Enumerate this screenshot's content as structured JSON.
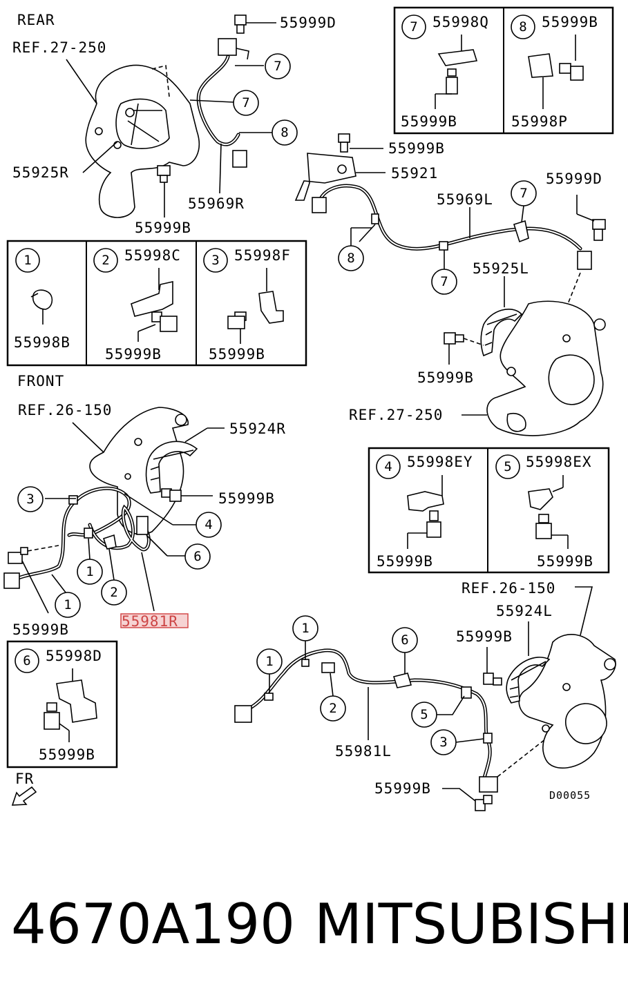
{
  "header": {
    "rear": "REAR",
    "front": "FRONT",
    "fr": "FR"
  },
  "labels": {
    "ref_27_250_a": "REF.27-250",
    "ref_27_250_b": "REF.27-250",
    "ref_26_150_a": "REF.26-150",
    "ref_26_150_b": "REF.26-150",
    "p55999D_a": "55999D",
    "p55999D_b": "55999D",
    "p55925R": "55925R",
    "p55999B_a": "55999B",
    "p55969R": "55969R",
    "p55999B_b": "55999B",
    "p55921": "55921",
    "p55969L": "55969L",
    "p55925L": "55925L",
    "p55999B_c": "55999B",
    "p55924R": "55924R",
    "p55999B_d": "55999B",
    "p55999B_e": "55999B",
    "p55981R": "55981R",
    "p55924L": "55924L",
    "p55999B_f": "55999B",
    "p55981L": "55981L",
    "p55999B_g": "55999B",
    "diagram_code": "D00055"
  },
  "boxes": {
    "b7": {
      "num": "7",
      "part": "55998Q",
      "sub": "55999B"
    },
    "b8": {
      "num": "8",
      "part": "55999B",
      "sub": "55998P"
    },
    "b1": {
      "num": "1",
      "part": "",
      "sub": "55998B"
    },
    "b2": {
      "num": "2",
      "part": "55998C",
      "sub": "55999B"
    },
    "b3": {
      "num": "3",
      "part": "55998F",
      "sub": "55999B"
    },
    "b4": {
      "num": "4",
      "part": "55998EY",
      "sub": "55999B"
    },
    "b5": {
      "num": "5",
      "part": "55998EX",
      "sub": "55999B"
    },
    "b6": {
      "num": "6",
      "part": "55998D",
      "sub": "55999B"
    }
  },
  "callouts": {
    "c7a": "7",
    "c7b": "7",
    "c8a": "8",
    "c7c": "7",
    "c8b": "8",
    "c7d": "7",
    "c3a": "3",
    "c4a": "4",
    "c6a": "6",
    "c1a": "1",
    "c2a": "2",
    "c1b": "1",
    "c1c": "1",
    "c1d": "1",
    "c6b": "6",
    "c2b": "2",
    "c5a": "5",
    "c3b": "3"
  },
  "footer": {
    "part_number": "4670A190",
    "brand": "MITSUBISHI"
  },
  "colors": {
    "highlight_fill": "#f6d3d3",
    "highlight_stroke": "#d44a4a"
  }
}
